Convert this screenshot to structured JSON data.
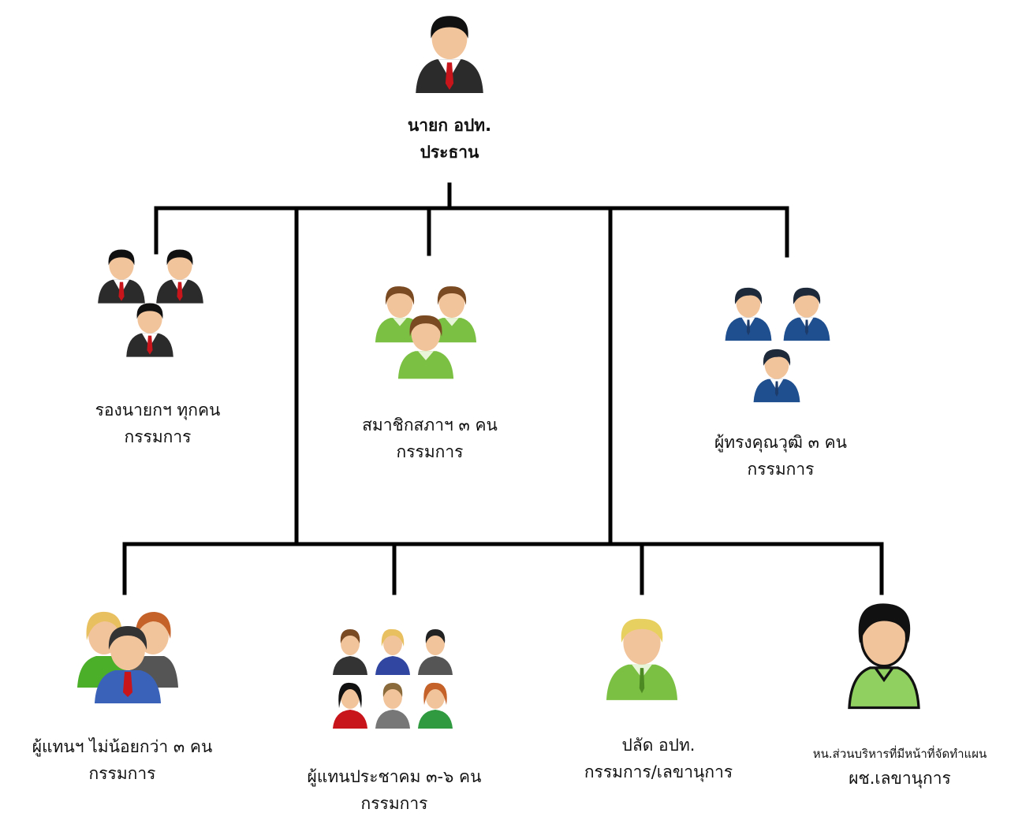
{
  "chart": {
    "root": {
      "name": "นายก อปท.",
      "role": "ประธาน",
      "icon": "businessman-icon"
    },
    "level2": [
      {
        "name": "รองนายกฯ ทุกคน",
        "role": "กรรมการ",
        "icon": "three-businessmen-icon"
      },
      {
        "name": "สมาชิกสภาฯ ๓ คน",
        "role": "กรรมการ",
        "icon": "green-group-icon"
      },
      {
        "name": "ผู้ทรงคุณวุฒิ ๓ คน",
        "role": "กรรมการ",
        "icon": "three-blue-men-icon"
      }
    ],
    "level3": [
      {
        "name": "ผู้แทนฯ ไม่น้อยกว่า  ๓ คน",
        "role": "กรรมการ",
        "icon": "colorful-group-icon"
      },
      {
        "name": "ผู้แทนประชาคม ๓-๖ คน",
        "role": "กรรมการ",
        "icon": "six-people-icon"
      },
      {
        "name": "ปลัด อปท.",
        "role": "กรรมการ/เลขานุการ",
        "icon": "blonde-man-icon"
      },
      {
        "name": "หน.ส่วนบริหารที่มีหน้าที่จัดทำแผน",
        "role": "ผช.เลขานุการ",
        "icon": "dark-hair-man-icon"
      }
    ]
  }
}
